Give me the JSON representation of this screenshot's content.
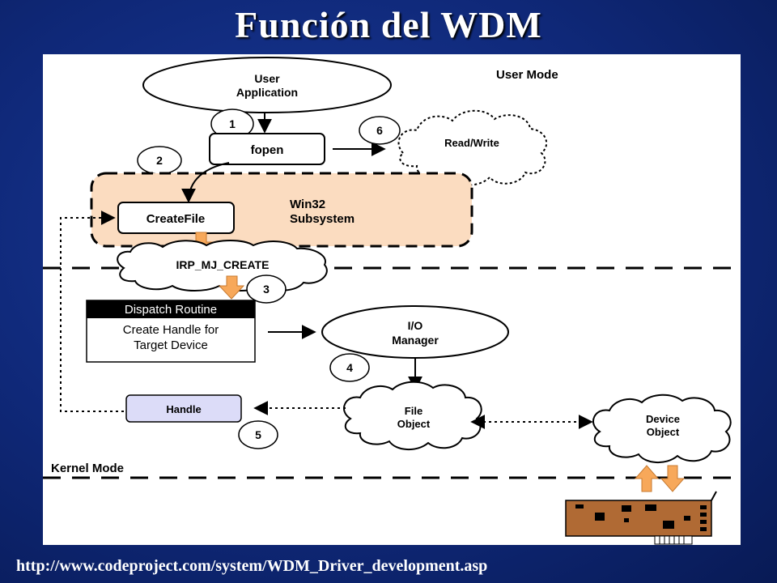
{
  "slide": {
    "title": "Función del WDM",
    "source_url": "http://www.codeproject.com/system/WDM_Driver_development.asp"
  },
  "diagram": {
    "user_mode_label": "User Mode",
    "kernel_mode_label": "Kernel Mode",
    "user_application": [
      "User",
      "Application"
    ],
    "fopen": "fopen",
    "read_write": "Read/Write",
    "win32_subsystem": [
      "Win32",
      "Subsystem"
    ],
    "createfile": "CreateFile",
    "irp": "IRP_MJ_CREATE",
    "dispatch_title": "Dispatch Routine",
    "dispatch_body": [
      "Create Handle for",
      "Target Device"
    ],
    "io_manager": [
      "I/O",
      "Manager"
    ],
    "file_object": [
      "File",
      "Object"
    ],
    "device_object": [
      "Device",
      "Object"
    ],
    "handle": "Handle",
    "steps": [
      "1",
      "2",
      "3",
      "4",
      "5",
      "6"
    ]
  },
  "colors": {
    "slide_background": "#0f2878",
    "win32_fill": "#fbdcc0",
    "arrow_orange": "#f7a85a",
    "handle_fill": "#dcdcf8",
    "card_fill": "#b06a34"
  }
}
